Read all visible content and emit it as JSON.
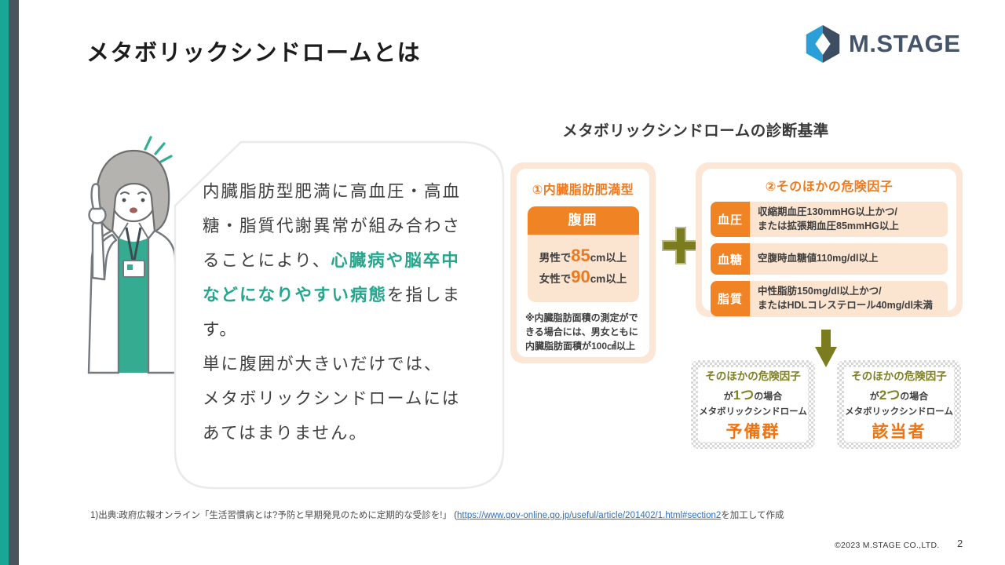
{
  "slide": {
    "title": "メタボリックシンドロームとは",
    "page_number": "2",
    "copyright": "©2023 M.STAGE CO.,LTD."
  },
  "logo": {
    "text": "M.STAGE"
  },
  "bubble": {
    "p1a": "内臓脂肪型肥満に高血圧・高血糖・脂質代謝異常が組み合わさることにより、",
    "p1b": "心臓病や脳卒中などになりやすい病態",
    "p1c": "を指します。",
    "p2": "単に腹囲が大きいだけでは、",
    "p3": "メタボリックシンドロームには",
    "p4": "あてはまりません。"
  },
  "diagram": {
    "title": "メタボリックシンドロームの診断基準",
    "box1": {
      "header": "①内臓脂肪肥満型",
      "card_title": "腹囲",
      "male_prefix": "男性で",
      "male_value": "85",
      "male_suffix": "cm以上",
      "female_prefix": "女性で",
      "female_value": "90",
      "female_suffix": "cm以上",
      "note": "※内臓脂肪面積の測定ができる場合には、男女ともに内臓脂肪面積が100㎠以上"
    },
    "box2": {
      "header": "②そのほかの危険因子",
      "rows": [
        {
          "label": "血圧",
          "line1": "収縮期血圧130mmHG以上かつ/",
          "line2": "または拡張期血圧85mmHG以上"
        },
        {
          "label": "血糖",
          "line1": "空腹時血糖値110mg/dl以上",
          "line2": ""
        },
        {
          "label": "脂質",
          "line1": "中性脂肪150mg/dl以上かつ/",
          "line2": "またはHDLコレステロール40mg/dl未満"
        }
      ]
    },
    "results": [
      {
        "line1": "そのほかの危険因子",
        "prefix": "が",
        "count": "1つ",
        "suffix": "の場合",
        "line3": "メタボリックシンドローム",
        "verdict": "予備群"
      },
      {
        "line1": "そのほかの危険因子",
        "prefix": "が",
        "count": "2つ",
        "suffix": "の場合",
        "line3": "メタボリックシンドローム",
        "verdict": "該当者"
      }
    ],
    "icons": {
      "plus": "plus",
      "arrow_down": "arrow-down"
    }
  },
  "footer": {
    "citation_prefix": "1)出典:政府広報オンライン「生活習慣病とは?予防と早期発見のために定期的な受診を!」 (",
    "citation_link": "https://www.gov-online.go.jp/useful/article/201402/1.html#section2",
    "citation_suffix": "を加工して作成"
  },
  "colors": {
    "accent_teal": "#18A794",
    "accent_slate": "#4A545D",
    "accent_orange": "#F08324",
    "peach_light": "#FBE5D1",
    "olive": "#7B7C1D",
    "olive_text": "#7F8125",
    "em_teal": "#26A78D",
    "verdict_orange": "#F0730E",
    "logo_blue": "#2C9FD8",
    "logo_navy": "#3D4E63",
    "link_blue": "#2F6FC1"
  }
}
